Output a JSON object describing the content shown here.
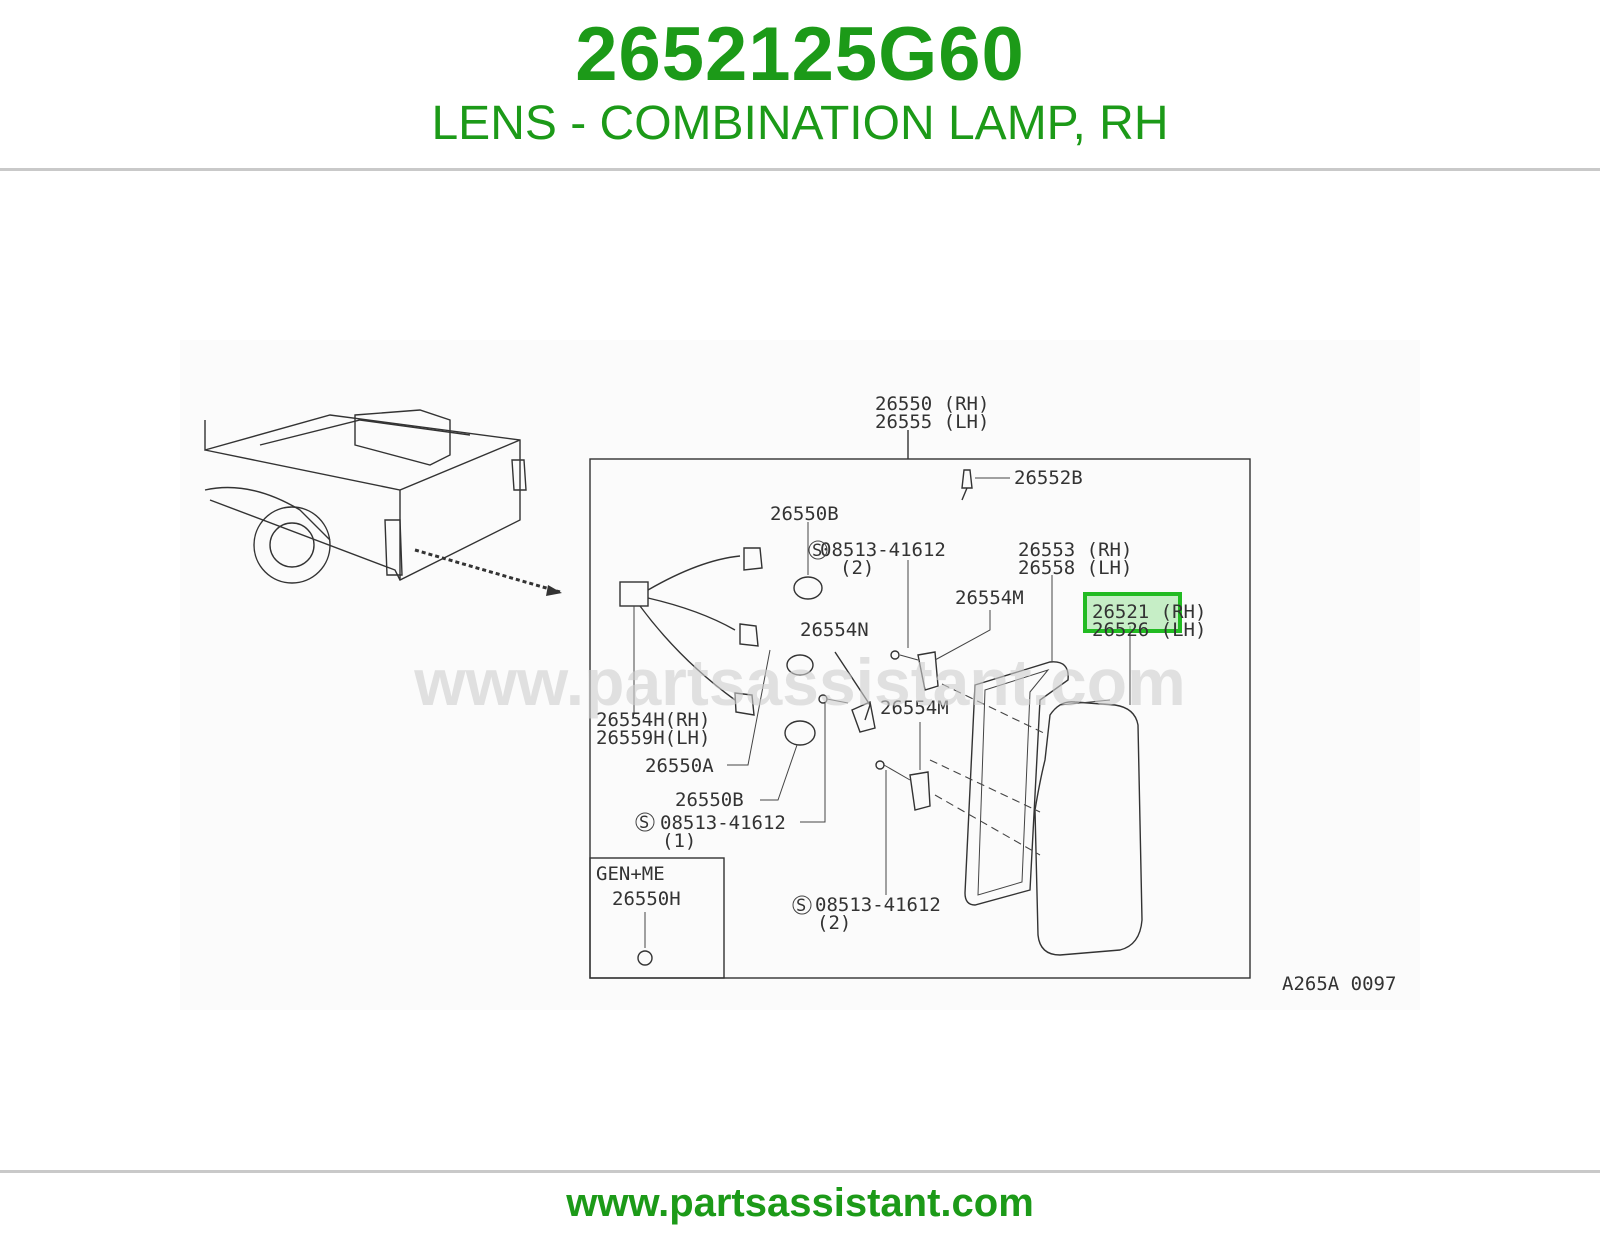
{
  "header": {
    "part_number": "2652125G60",
    "description": "LENS - COMBINATION LAMP, RH"
  },
  "footer": {
    "url": "www.partsassistant.com"
  },
  "diagram": {
    "watermark": "www.partsassistant.com",
    "code": "A265A 0097",
    "highlight_color": "#22bb22",
    "box_label": "GEN+ME",
    "callouts": {
      "assy_rh": "26550 (RH)",
      "assy_lh": "26555 (LH)",
      "c26552B": "26552B",
      "c26550B_top": "26550B",
      "screw_top_code": "08513-41612",
      "screw_top_qty": "(2)",
      "c26553_rh": "26553 (RH)",
      "c26558_lh": "26558 (LH)",
      "c26554M_top": "26554M",
      "c26521_rh": "26521 (RH)",
      "c26526_lh": "26526 (LH)",
      "c26554N": "26554N",
      "c26554H_rh": "26554H(RH)",
      "c26559H_lh": "26559H(LH)",
      "c26554M_mid": "26554M",
      "c26550A": "26550A",
      "c26550B_bottom": "26550B",
      "screw_mid_code": "08513-41612",
      "screw_mid_qty": "(1)",
      "c26550H": "26550H",
      "screw_bottom_code": "08513-41612",
      "screw_bottom_qty": "(2)",
      "screw_symbol": "S"
    }
  }
}
